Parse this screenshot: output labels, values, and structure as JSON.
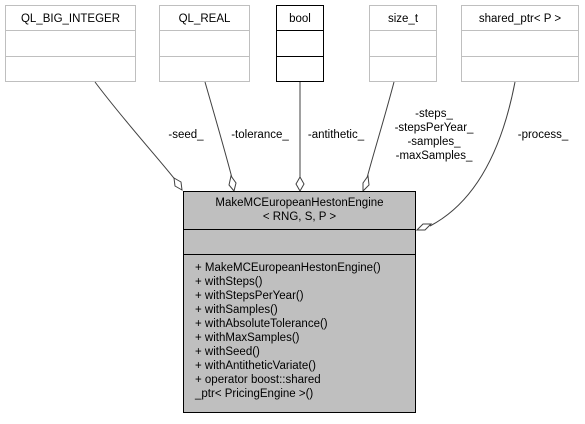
{
  "diagram": {
    "main_class": {
      "title_line1": "MakeMCEuropeanHestonEngine",
      "title_line2": "< RNG, S, P >",
      "methods": [
        "+ MakeMCEuropeanHestonEngine()",
        "+ withSteps()",
        "+ withStepsPerYear()",
        "+ withSamples()",
        "+ withAbsoluteTolerance()",
        "+ withMaxSamples()",
        "+ withSeed()",
        "+ withAntitheticVariate()",
        "+ operator boost::shared",
        "_ptr< PricingEngine >()"
      ]
    },
    "dependencies": [
      {
        "name": "QL_BIG_INTEGER",
        "labels": [
          "-seed_"
        ]
      },
      {
        "name": "QL_REAL",
        "labels": [
          "-tolerance_"
        ]
      },
      {
        "name": "bool",
        "labels": [
          "-antithetic_"
        ]
      },
      {
        "name": "size_t",
        "labels": [
          "-steps_",
          "-stepsPerYear_",
          "-samples_",
          "-maxSamples_"
        ]
      },
      {
        "name": "shared_ptr< P >",
        "labels": [
          "-process_"
        ]
      }
    ],
    "colors": {
      "main_fill": "#bfbfbf",
      "dep_border": "#bfbfbf",
      "bool_border": "#000000",
      "edge": "#404040"
    }
  }
}
